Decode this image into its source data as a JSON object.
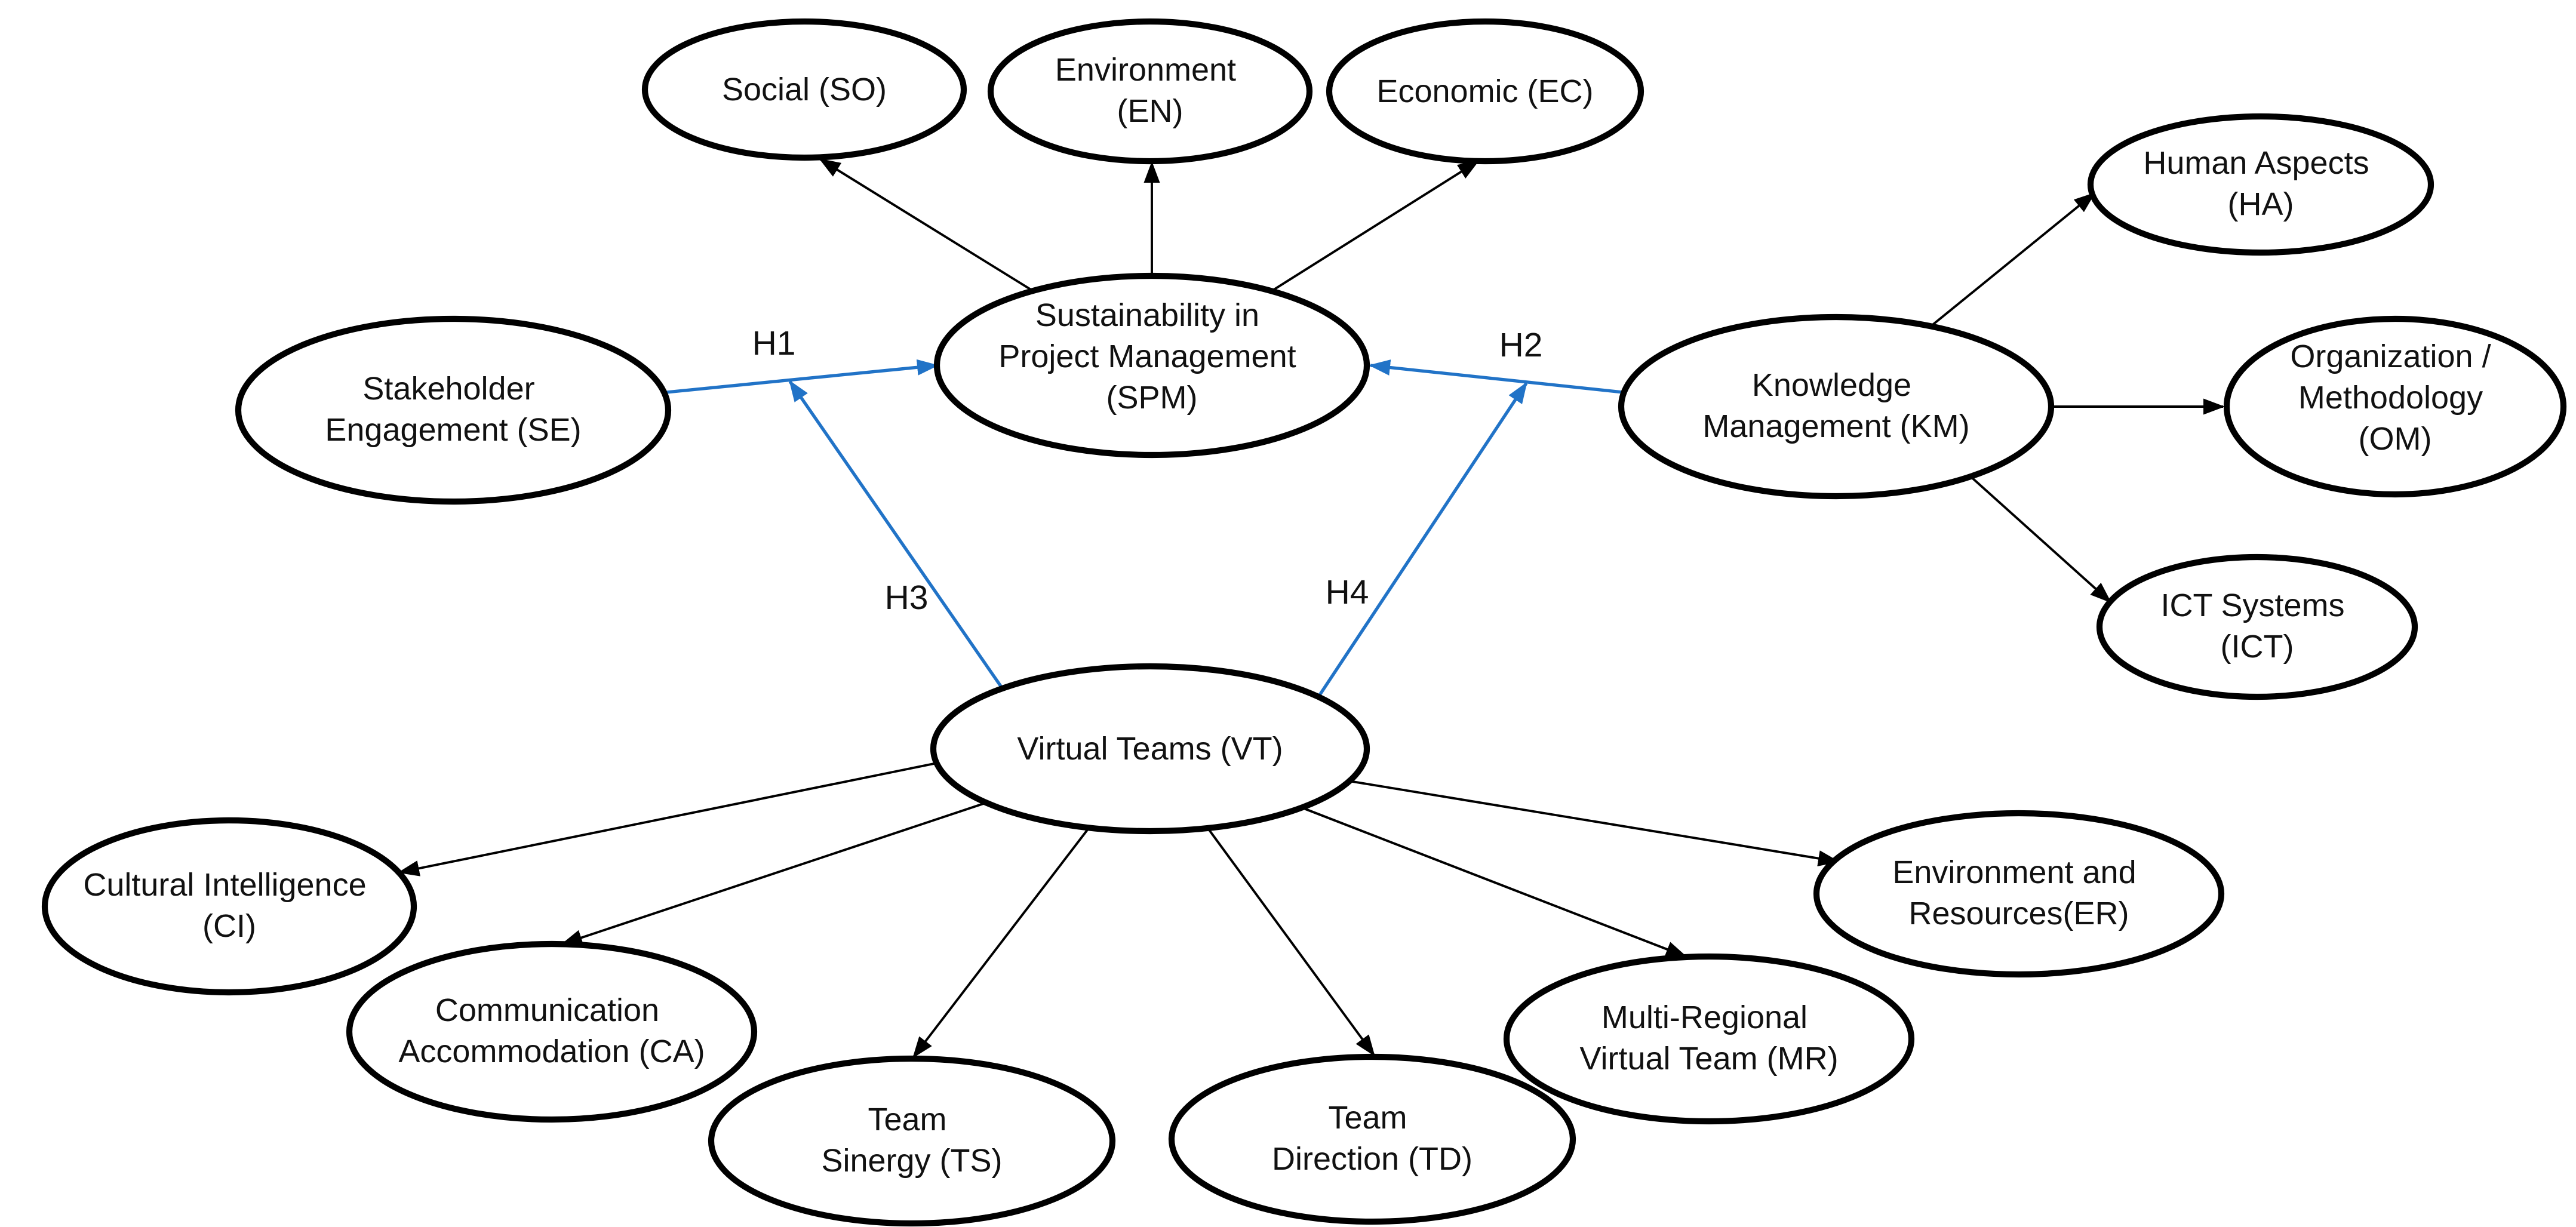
{
  "figure": {
    "background": "#ffffff",
    "line_color": "#000000",
    "hypothesis_color": "#2173C7",
    "nodes": {
      "so": {
        "code": "SO",
        "lines": [
          "Social (SO)"
        ]
      },
      "en": {
        "code": "EN",
        "lines": [
          "Environment",
          "(EN)"
        ]
      },
      "ec": {
        "code": "EC",
        "lines": [
          "Economic (EC)"
        ]
      },
      "spm": {
        "code": "SPM",
        "lines": [
          "Sustainability in",
          "Project Management",
          "(SPM)"
        ]
      },
      "se": {
        "code": "SE",
        "lines": [
          "Stakeholder",
          "Engagement (SE)"
        ]
      },
      "km": {
        "code": "KM",
        "lines": [
          "Knowledge",
          "Management (KM)"
        ]
      },
      "ha": {
        "code": "HA",
        "lines": [
          "Human Aspects",
          "(HA)"
        ]
      },
      "om": {
        "code": "OM",
        "lines": [
          "Organization /",
          "Methodology",
          "(OM)"
        ]
      },
      "ict": {
        "code": "ICT",
        "lines": [
          "ICT Systems",
          "(ICT)"
        ]
      },
      "vt": {
        "code": "VT",
        "lines": [
          "Virtual Teams (VT)"
        ]
      },
      "ci": {
        "code": "CI",
        "lines": [
          "Cultural Intelligence",
          "(CI)"
        ]
      },
      "ca": {
        "code": "CA",
        "lines": [
          "Communication",
          "Accommodation (CA)"
        ]
      },
      "ts": {
        "code": "TS",
        "lines": [
          "Team",
          "Sinergy (TS)"
        ]
      },
      "td": {
        "code": "TD",
        "lines": [
          "Team",
          "Direction (TD)"
        ]
      },
      "mr": {
        "code": "MR",
        "lines": [
          "Multi-Regional",
          "Virtual Team (MR)"
        ]
      },
      "er": {
        "code": "ER",
        "lines": [
          "Environment and",
          "Resources(ER)"
        ]
      }
    },
    "hypotheses": {
      "h1": {
        "label": "H1",
        "from": "SE",
        "to": "SPM"
      },
      "h2": {
        "label": "H2",
        "from": "KM",
        "to": "SPM"
      },
      "h3": {
        "label": "H3",
        "from": "VT",
        "to": "SE-SPM path"
      },
      "h4": {
        "label": "H4",
        "from": "VT",
        "to": "KM-SPM path"
      }
    },
    "black_edges": [
      {
        "from": "SPM",
        "to": "SO"
      },
      {
        "from": "SPM",
        "to": "EN"
      },
      {
        "from": "SPM",
        "to": "EC"
      },
      {
        "from": "KM",
        "to": "HA"
      },
      {
        "from": "KM",
        "to": "OM"
      },
      {
        "from": "KM",
        "to": "ICT"
      },
      {
        "from": "VT",
        "to": "CI"
      },
      {
        "from": "VT",
        "to": "CA"
      },
      {
        "from": "VT",
        "to": "TS"
      },
      {
        "from": "VT",
        "to": "TD"
      },
      {
        "from": "VT",
        "to": "MR"
      },
      {
        "from": "VT",
        "to": "ER"
      }
    ]
  }
}
